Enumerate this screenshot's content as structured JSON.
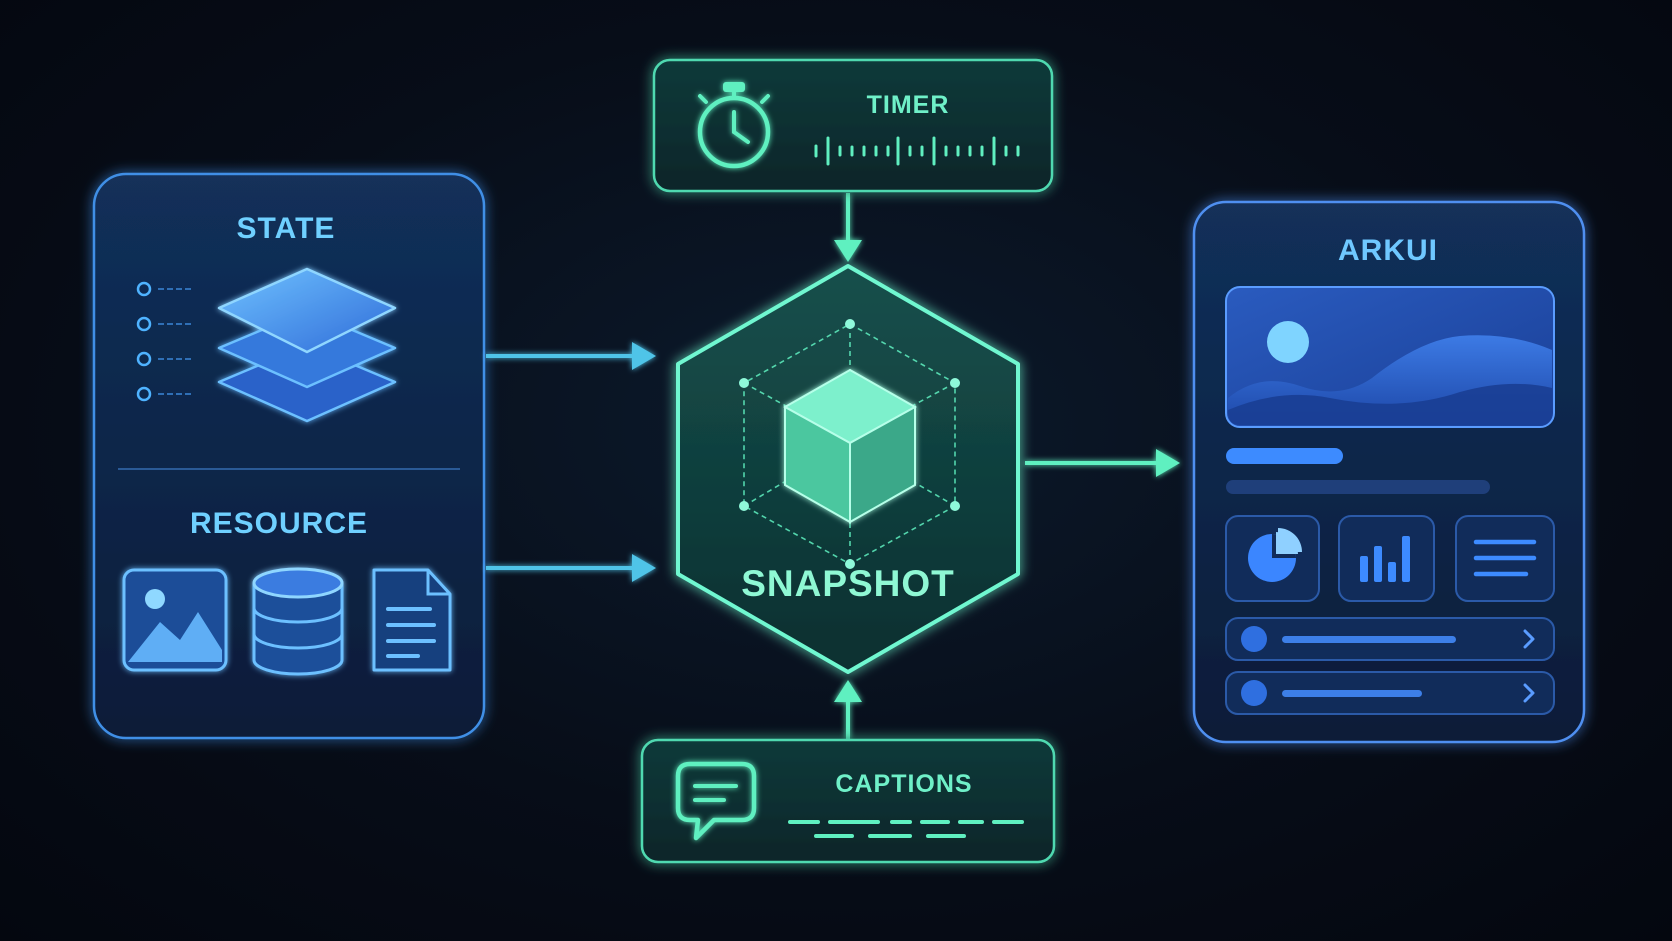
{
  "state": {
    "title": "STATE",
    "list_items": 4
  },
  "resource": {
    "title": "RESOURCE",
    "icons": [
      "image-icon",
      "database-icon",
      "document-icon"
    ]
  },
  "timer": {
    "title": "TIMER",
    "icon": "stopwatch-icon"
  },
  "snapshot": {
    "title": "SNAPSHOT",
    "icon": "cube-icon"
  },
  "captions": {
    "title": "CAPTIONS",
    "icon": "speech-bubble-icon"
  },
  "arkui": {
    "title": "ARKUI",
    "widgets": [
      "pie-chart-icon",
      "bar-chart-icon",
      "text-lines-icon"
    ],
    "list_rows": 2
  },
  "colors": {
    "blue_accent": "#4fb3ff",
    "green_accent": "#5ff0c0",
    "arkui_accent": "#5a9cff"
  }
}
